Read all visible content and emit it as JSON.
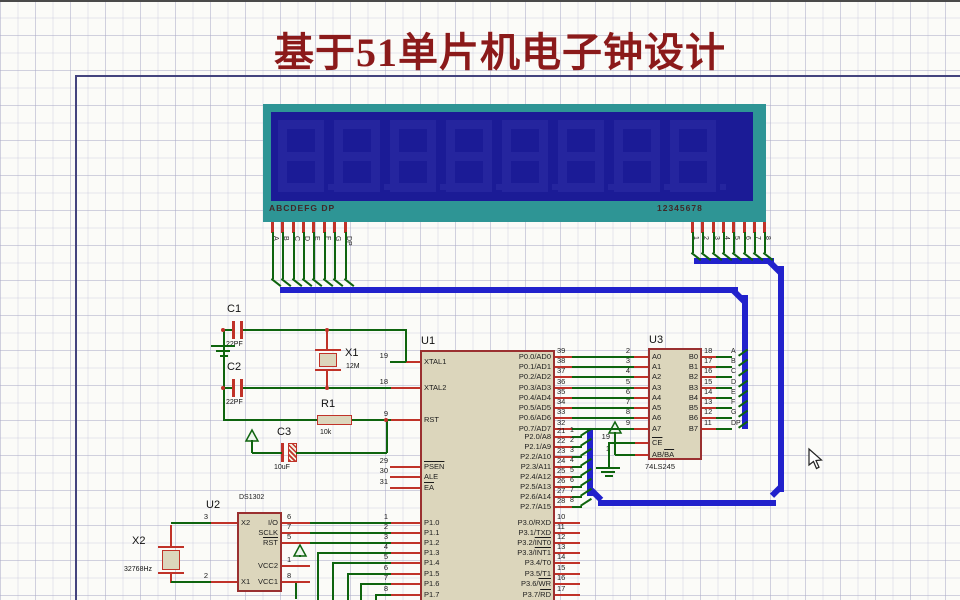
{
  "title": "基于51单片机电子钟设计",
  "colors": {
    "title": "#8b1a1a",
    "bus": "#2121cc",
    "wire": "#0e640e",
    "pin": "#c03228",
    "chip_fill": "#dcd6bc",
    "chip_border": "#9a3030",
    "display_frame": "#2e9595",
    "display_screen": "#1b1b96",
    "display_segment": "#25259e",
    "sheet_border": "#44447e",
    "text": "#1c1c1c"
  },
  "display": {
    "left_label": "ABCDEFG DP",
    "right_label": "12345678",
    "digit_count": 8,
    "segment_wire_labels": [
      "A",
      "B",
      "C",
      "D",
      "E",
      "F",
      "G",
      "DP"
    ],
    "digit_wire_labels": [
      "1",
      "2",
      "3",
      "4",
      "5",
      "6",
      "7",
      "8"
    ]
  },
  "u1": {
    "ref": "U1",
    "left_pins": [
      {
        "name": "XTAL1",
        "num": "19"
      },
      {
        "name": "XTAL2",
        "num": "18"
      },
      {
        "name": "RST",
        "num": "9"
      },
      {
        "name": "PSEN",
        "num": "29",
        "ov": "PSEN"
      },
      {
        "name": "ALE",
        "num": "30"
      },
      {
        "name": "EA",
        "num": "31",
        "ov": "EA"
      },
      {
        "name": "P1.0",
        "num": "1"
      },
      {
        "name": "P1.1",
        "num": "2"
      },
      {
        "name": "P1.2",
        "num": "3"
      },
      {
        "name": "P1.3",
        "num": "4"
      },
      {
        "name": "P1.4",
        "num": "5"
      },
      {
        "name": "P1.5",
        "num": "6"
      },
      {
        "name": "P1.6",
        "num": "7"
      },
      {
        "name": "P1.7",
        "num": "8"
      }
    ],
    "right_pins": [
      {
        "name": "P0.0/AD0",
        "num": "39"
      },
      {
        "name": "P0.1/AD1",
        "num": "38"
      },
      {
        "name": "P0.2/AD2",
        "num": "37"
      },
      {
        "name": "P0.3/AD3",
        "num": "36"
      },
      {
        "name": "P0.4/AD4",
        "num": "35"
      },
      {
        "name": "P0.5/AD5",
        "num": "34"
      },
      {
        "name": "P0.6/AD6",
        "num": "33"
      },
      {
        "name": "P0.7/AD7",
        "num": "32"
      },
      {
        "name": "P2.0/A8",
        "num": "21"
      },
      {
        "name": "P2.1/A9",
        "num": "22"
      },
      {
        "name": "P2.2/A10",
        "num": "23"
      },
      {
        "name": "P2.3/A11",
        "num": "24"
      },
      {
        "name": "P2.4/A12",
        "num": "25"
      },
      {
        "name": "P2.5/A13",
        "num": "26"
      },
      {
        "name": "P2.6/A14",
        "num": "27"
      },
      {
        "name": "P2.7/A15",
        "num": "28"
      },
      {
        "name": "P3.0/RXD",
        "num": "10"
      },
      {
        "name": "P3.1/TXD",
        "num": "11"
      },
      {
        "name": "P3.2/INT0",
        "num": "12",
        "ov": "INT0"
      },
      {
        "name": "P3.3/INT1",
        "num": "13",
        "ov": "INT1"
      },
      {
        "name": "P3.4/T0",
        "num": "14"
      },
      {
        "name": "P3.5/T1",
        "num": "15"
      },
      {
        "name": "P3.6/WR",
        "num": "16",
        "ov": "WR"
      },
      {
        "name": "P3.7/RD",
        "num": "17",
        "ov": "RD"
      }
    ]
  },
  "u3": {
    "ref": "U3",
    "part": "74LS245",
    "a_pins": [
      {
        "name": "A0",
        "num": "2"
      },
      {
        "name": "A1",
        "num": "3"
      },
      {
        "name": "A2",
        "num": "4"
      },
      {
        "name": "A3",
        "num": "5"
      },
      {
        "name": "A4",
        "num": "6"
      },
      {
        "name": "A5",
        "num": "7"
      },
      {
        "name": "A6",
        "num": "8"
      },
      {
        "name": "A7",
        "num": "9"
      }
    ],
    "ctrl_pins": [
      {
        "name": "CE",
        "num": "19",
        "ov": "CE"
      },
      {
        "name": "AB/BA",
        "num": "1",
        "ov": "BA"
      }
    ],
    "b_pins": [
      {
        "name": "B0",
        "num": "18",
        "out": "A"
      },
      {
        "name": "B1",
        "num": "17",
        "out": "B"
      },
      {
        "name": "B2",
        "num": "16",
        "out": "C"
      },
      {
        "name": "B3",
        "num": "15",
        "out": "D"
      },
      {
        "name": "B4",
        "num": "14",
        "out": "E"
      },
      {
        "name": "B5",
        "num": "13",
        "out": "F"
      },
      {
        "name": "B6",
        "num": "12",
        "out": "G"
      },
      {
        "name": "B7",
        "num": "11",
        "out": "DP"
      }
    ]
  },
  "u2": {
    "ref": "U2",
    "part": "DS1302",
    "left_pins": [
      {
        "name": "X2",
        "num": "3"
      },
      {
        "name": "X1",
        "num": "2"
      }
    ],
    "right_pins": [
      {
        "name": "I/O",
        "num": "6"
      },
      {
        "name": "SCLK",
        "num": "7"
      },
      {
        "name": "RST",
        "num": "5",
        "ov": "RST"
      },
      {
        "name": "VCC2",
        "num": "1"
      },
      {
        "name": "VCC1",
        "num": "8"
      }
    ]
  },
  "p2_bus_labels": [
    "1",
    "2",
    "3",
    "4",
    "5",
    "6",
    "7",
    "8"
  ],
  "parts": {
    "c1": {
      "ref": "C1",
      "value": "22PF"
    },
    "c2": {
      "ref": "C2",
      "value": "22PF"
    },
    "c3": {
      "ref": "C3",
      "value": "10uF"
    },
    "r1": {
      "ref": "R1",
      "value": "10k"
    },
    "x1": {
      "ref": "X1",
      "value": "12M"
    },
    "x2": {
      "ref": "X2",
      "value": "32768Hz"
    }
  }
}
